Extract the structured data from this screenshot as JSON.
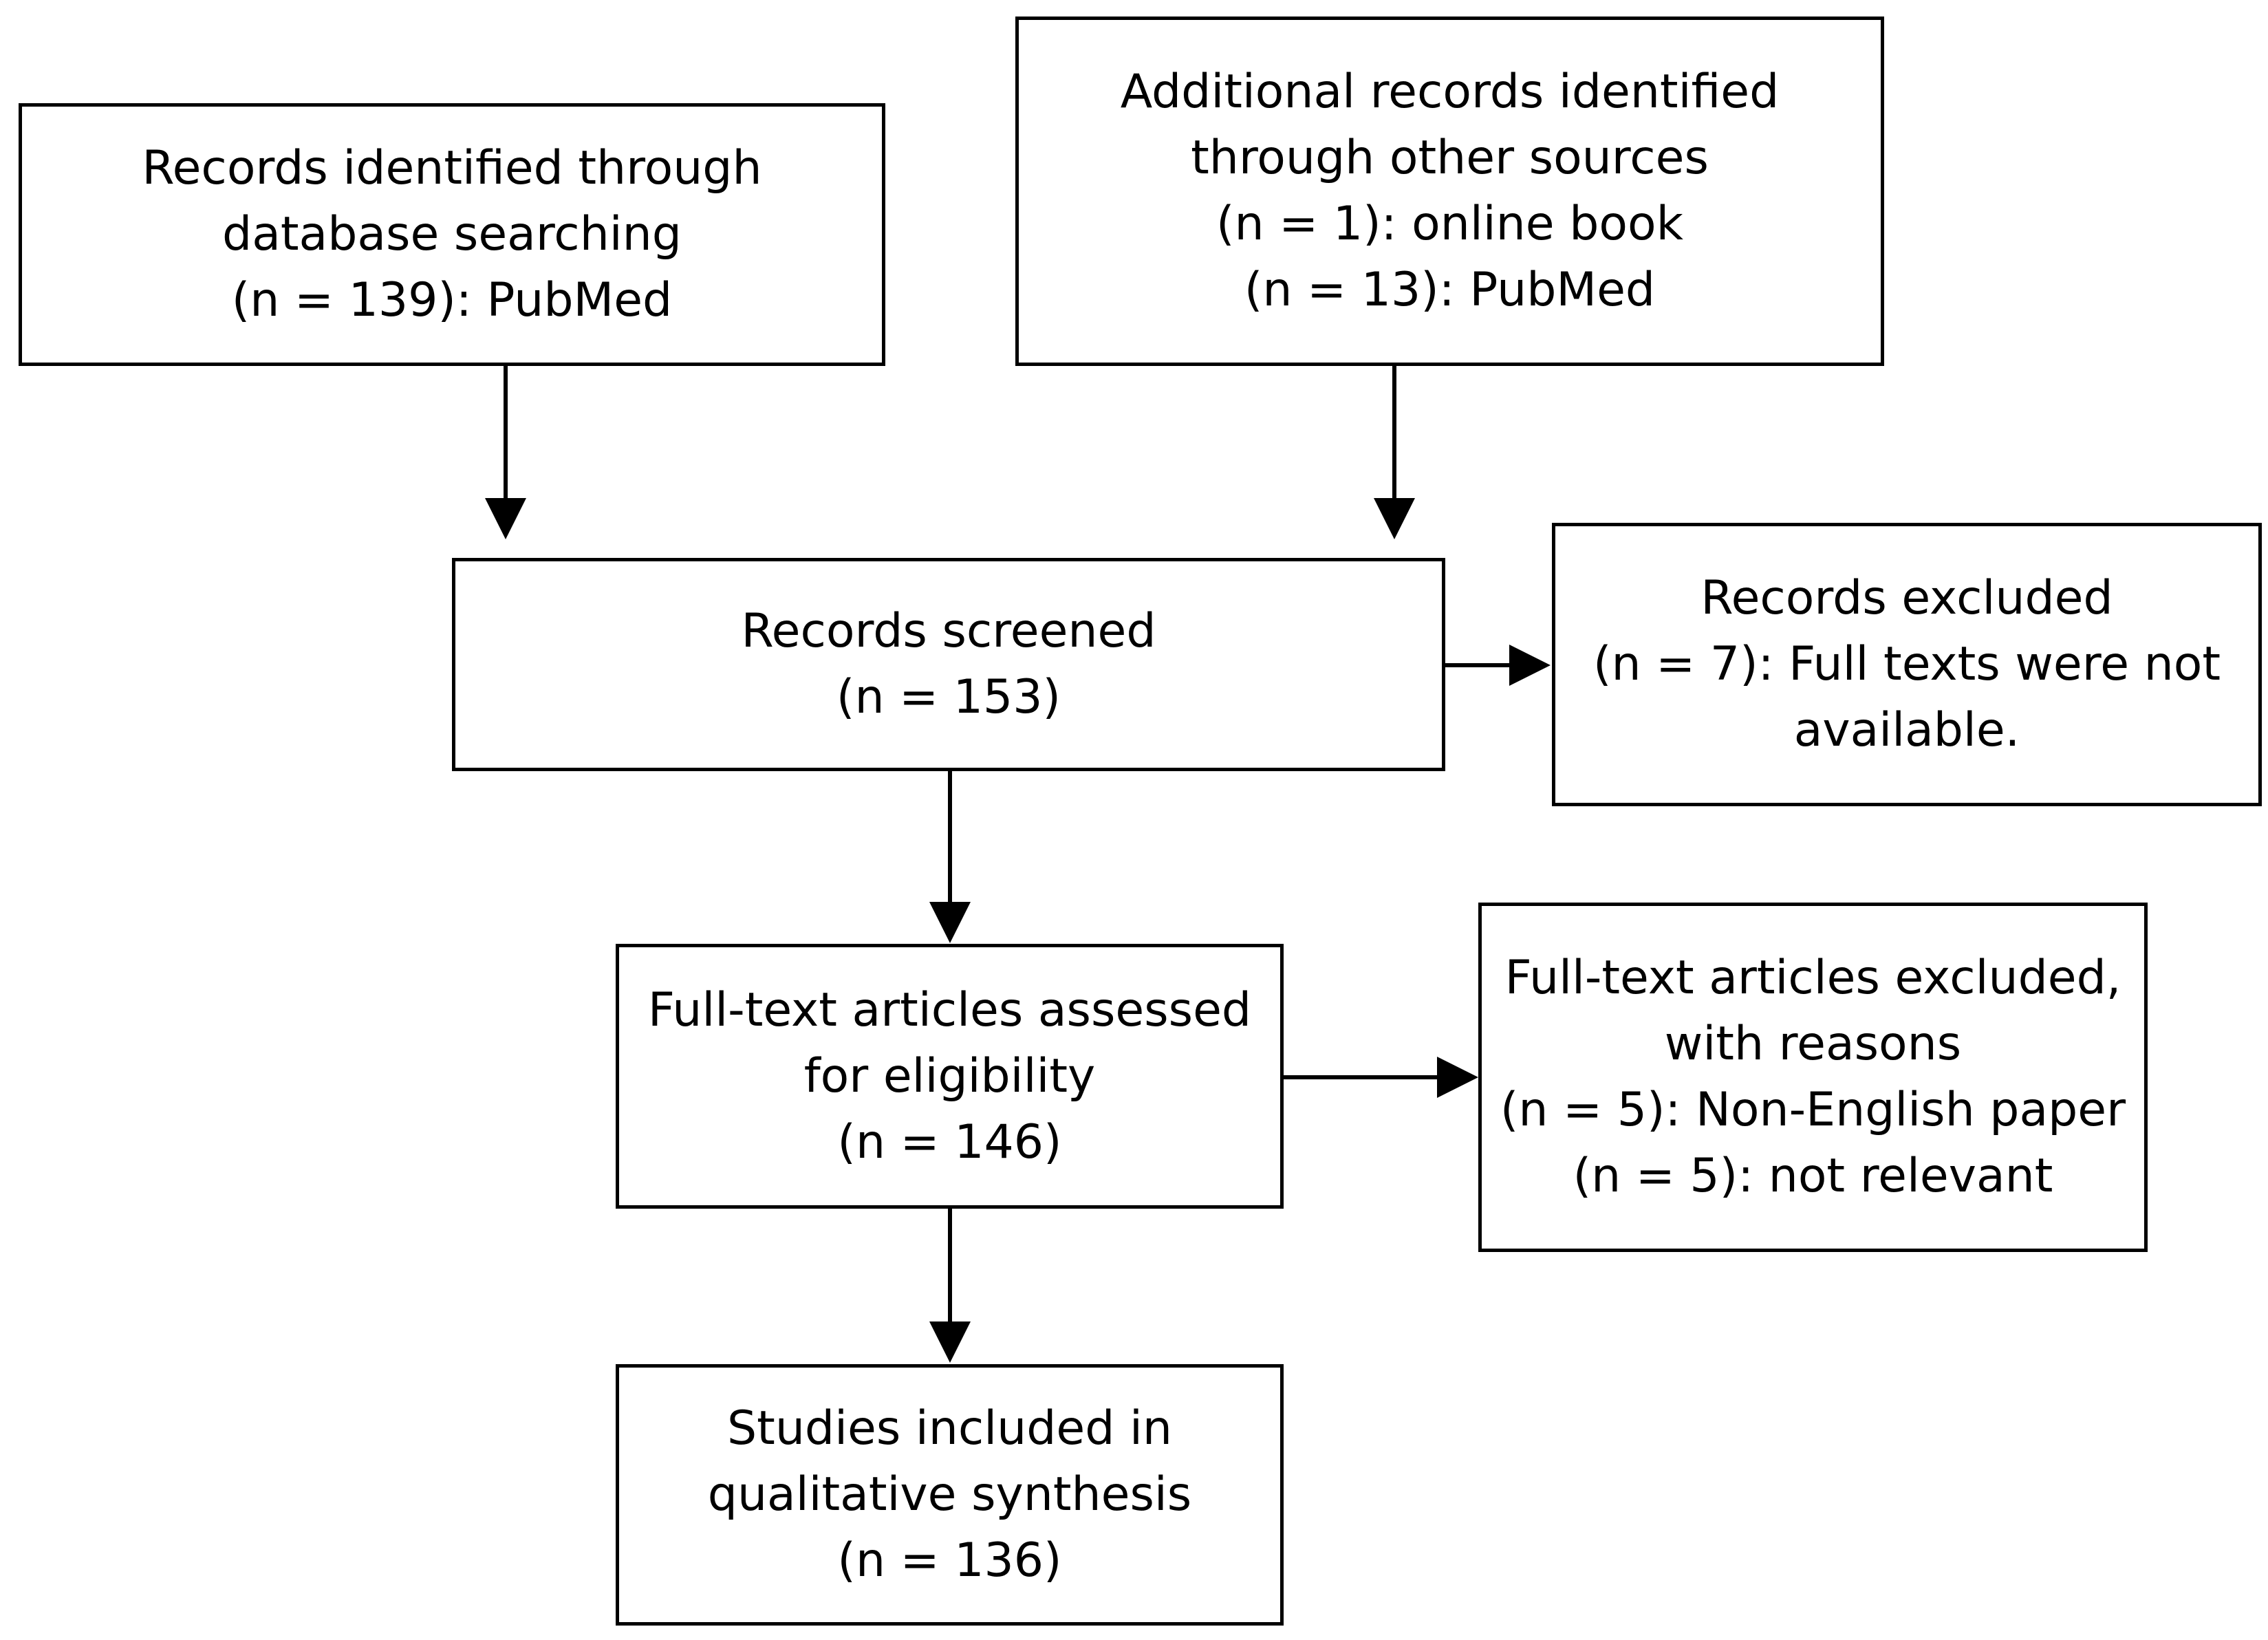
{
  "boxes": {
    "identified": {
      "lines": [
        "Records identified through",
        "database searching",
        "(n = 139): PubMed"
      ]
    },
    "additional": {
      "lines": [
        "Additional records identified",
        "through other sources",
        "(n = 1): online book",
        "(n = 13): PubMed"
      ]
    },
    "screened": {
      "lines": [
        "Records screened",
        "(n = 153)"
      ]
    },
    "excluded": {
      "lines": [
        "Records excluded",
        "(n = 7): Full texts were not",
        "available."
      ]
    },
    "assessed": {
      "lines": [
        "Full-text articles assessed",
        "for eligibility",
        "(n = 146)"
      ]
    },
    "fulltext_excluded": {
      "lines": [
        "Full-text articles excluded,",
        "with reasons",
        "(n = 5): Non-English paper",
        "(n = 5): not relevant"
      ]
    },
    "included": {
      "lines": [
        "Studies included in",
        "qualitative synthesis",
        "(n = 136)"
      ]
    }
  }
}
